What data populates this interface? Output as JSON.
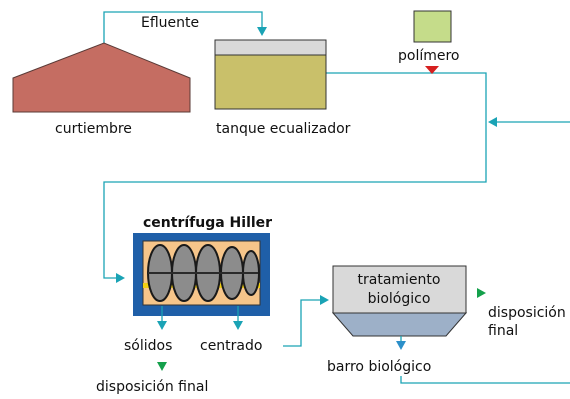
{
  "colors": {
    "flow_line": "#1aa3b5",
    "factory_fill": "#c56d62",
    "factory_stroke": "#5a3a36",
    "tank_fill": "#c9c06a",
    "tank_lid": "#d9d9d9",
    "polymer_box": "#c5dc8a",
    "polymer_arrow": "#d61f1f",
    "centrifuge_frame": "#1f5fa8",
    "centrifuge_drum": "#f6c58a",
    "screw": "#8c8c8c",
    "bio_tank_top": "#d9d9d9",
    "bio_tank_bottom": "#9db0c8",
    "green_arrow": "#14a04b",
    "sludge_arrow": "#2b8fc9",
    "yellow_band": "#f2cf13"
  },
  "labels": {
    "effluent": "Efluente",
    "tannery": "curtiembre",
    "equalizer": "tanque ecualizador",
    "polymer": "polímero",
    "centrifuge": "centrífuga Hiller",
    "solids": "sólidos",
    "centrate": "centrado",
    "disposal_final": "disposición final",
    "bio_treatment_1": "tratamiento",
    "bio_treatment_2": "biológico",
    "disposal_1": "disposición",
    "disposal_2": "final",
    "bio_sludge": "barro biológico"
  }
}
